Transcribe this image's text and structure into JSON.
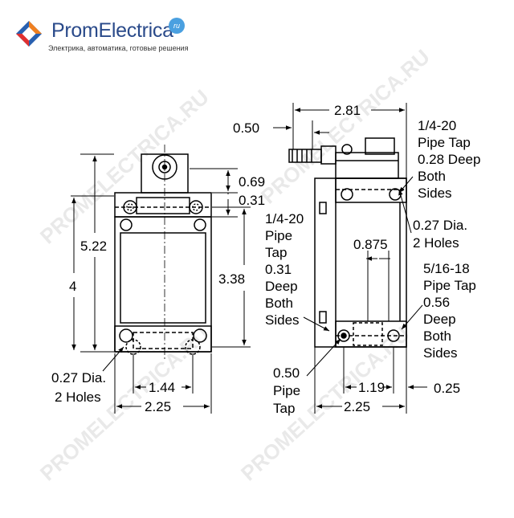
{
  "brand": {
    "name": "PromElectrica",
    "tld": "ru",
    "tagline": "Электрика, автоматика, готовые решения",
    "colors": {
      "text": "#2a4a8a",
      "logo_orange": "#f08020",
      "logo_red": "#e03030",
      "logo_blue": "#2860b0",
      "badge": "#4aa0e0"
    }
  },
  "watermark": "PROMELECTRICA.RU",
  "front_view": {
    "dims": {
      "height_total": "5.22",
      "height_body": "4",
      "roller_above_cover": "0.69",
      "cover_thickness": "0.31",
      "mount_height": "3.38",
      "hole_spacing": "1.44",
      "width": "2.25"
    },
    "holes_note": [
      "0.27 Dia.",
      "2 Holes"
    ]
  },
  "side_view": {
    "dims": {
      "overall_length": "2.81",
      "shaft_offset": "0.50",
      "tap_spacing": "0.875",
      "hole_spacing": "1.19",
      "width": "2.25",
      "edge_offset": "0.25"
    },
    "notes": {
      "top_tap": [
        "1/4-20",
        "Pipe Tap",
        "0.28 Deep",
        "Both",
        "Sides"
      ],
      "holes": [
        "0.27 Dia.",
        "2 Holes"
      ],
      "left_tap": [
        "1/4-20",
        "Pipe",
        "Tap",
        "0.31",
        "Deep",
        "Both",
        "Sides"
      ],
      "right_tap": [
        "5/16-18",
        "Pipe Tap",
        "0.56",
        "Deep",
        "Both",
        "Sides"
      ],
      "conduit": [
        "0.50",
        "Pipe",
        "Tap"
      ]
    }
  }
}
